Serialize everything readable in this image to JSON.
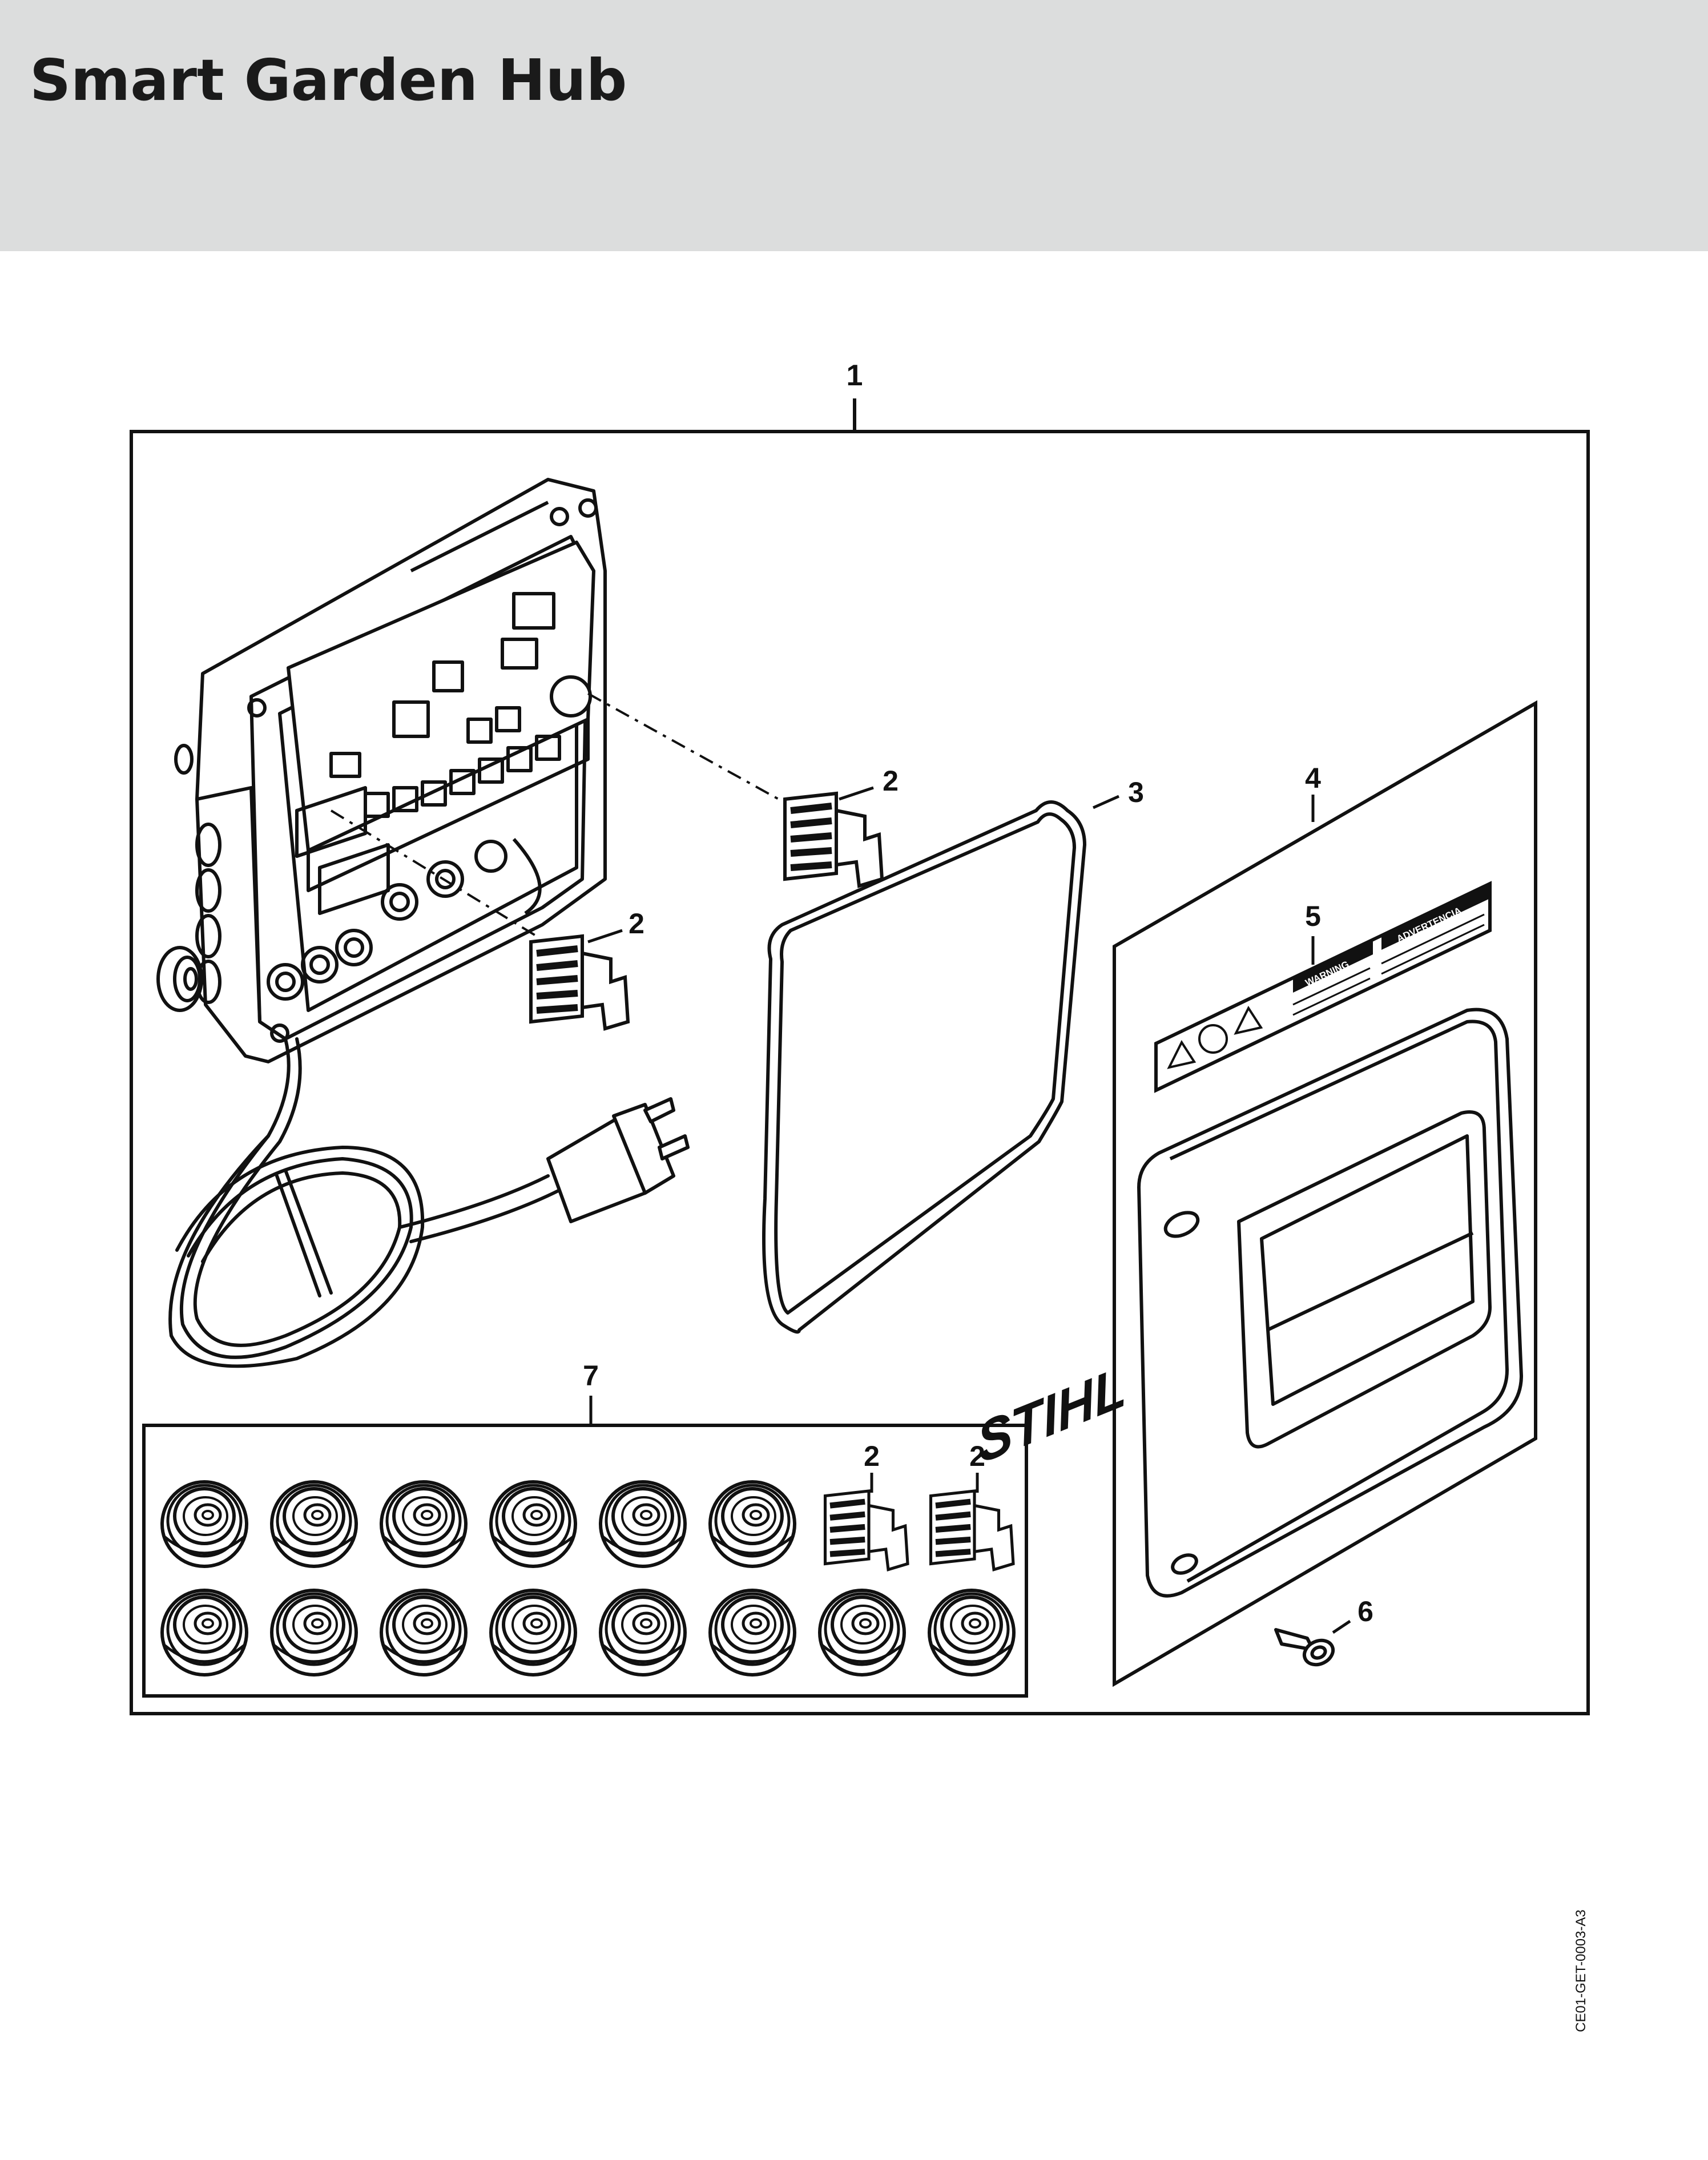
{
  "title": "Smart Garden Hub",
  "doc_code": "CE01-GET-0003-A3",
  "callouts": {
    "assembly": "1",
    "plug_upper": "2",
    "plug_lower": "2",
    "gasket": "3",
    "cover": "4",
    "label": "5",
    "screw": "6",
    "kit": "7",
    "kit_plug_a": "2",
    "kit_plug_b": "2"
  },
  "warning_label": {
    "english_heading": "WARNING",
    "spanish_heading": "ADVERTENCIA"
  },
  "cover_logo": "STIHL",
  "kit": {
    "grommet_top_row": 6,
    "grommet_bottom_row": 8,
    "plugs": 2
  },
  "colors": {
    "header_band": "#dcdddd",
    "line": "#111111"
  }
}
